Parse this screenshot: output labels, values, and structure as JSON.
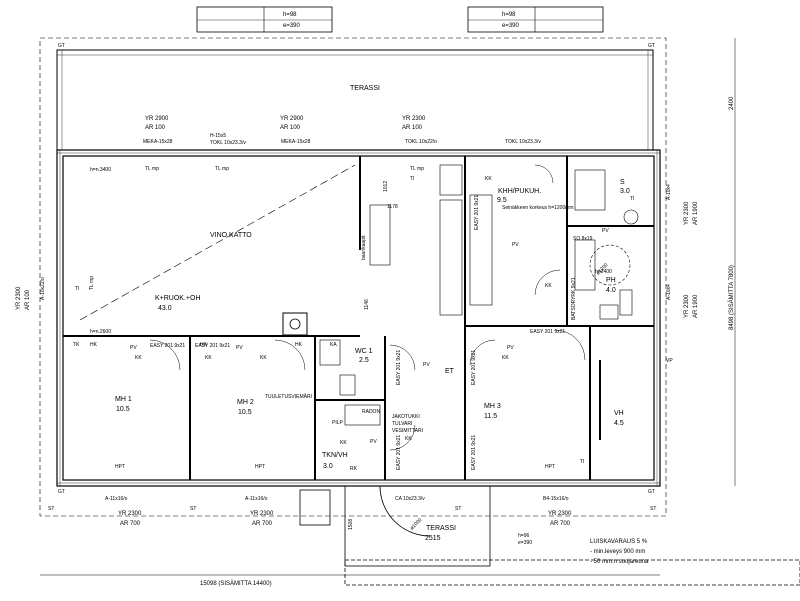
{
  "plan": {
    "roof_notes": [
      {
        "h": "h=98",
        "e": "e=390"
      },
      {
        "h": "h=98",
        "e": "e=390"
      }
    ],
    "terrace_top": "TERASSI",
    "vino_katto": "VINO KATTO",
    "rooms": {
      "kitchen": {
        "name": "K+RUOK.+OH",
        "area": "43.0"
      },
      "khh": {
        "name": "KHH/PUKUH.",
        "area": "9.5"
      },
      "sauna": {
        "name": "S",
        "area": "3.0"
      },
      "ph": {
        "name": "PH",
        "area": "4.0"
      },
      "mh1": {
        "name": "MH 1",
        "area": "10.5"
      },
      "mh2": {
        "name": "MH 2",
        "area": "10.5"
      },
      "wc1": {
        "name": "WC 1",
        "area": "2.5"
      },
      "tknvh": {
        "name": "TKN/VH",
        "area": "3.0"
      },
      "mh3": {
        "name": "MH 3",
        "area": "11.5"
      },
      "vh": {
        "name": "VH",
        "area": "4.5"
      },
      "et": {
        "name": "ET",
        "area": ""
      },
      "terassi_entry": {
        "name": "TERASSI",
        "area": "2515"
      }
    },
    "window_notes_top": [
      {
        "yr": "YR 2900",
        "ar": "AR 100"
      },
      {
        "yr": "YR 2900",
        "ar": "AR 100"
      },
      {
        "yr": "YR 2300",
        "ar": "AR 100"
      }
    ],
    "window_notes_bottom": [
      {
        "yr": "YR 2300",
        "ar": "AR 700"
      },
      {
        "yr": "YR 2300",
        "ar": "AR 700"
      },
      {
        "yr": "YR 2300",
        "ar": "AR 700"
      }
    ],
    "window_notes_right": [
      {
        "yr": "YR 2300",
        "ar": "AR 1900"
      },
      {
        "yr": "YR 2300",
        "ar": "AR 1900"
      }
    ],
    "window_note_left": {
      "yr": "YR 2300",
      "ar": "AR 100"
    },
    "labels": {
      "meka1": "MEKA-15x28",
      "meka2": "MEKA-15x28",
      "tokl_small": "TOKL 10x23.3/v",
      "hi15": "H-15x5",
      "tokl_top": "TOKL 10x23.3/v",
      "tokl_door": "TOKL 10x22/o",
      "h3400": "h=n.3400",
      "h2600": "h=n.2600",
      "tl_mp1": "TL mp",
      "tl_mp2": "TL mp",
      "tl_mp3": "TL mp",
      "tl_mp_left": "TL mp",
      "ti_left": "TI",
      "ti_mid": "TI",
      "ti_sauna": "TI",
      "ti_vh": "TI",
      "a10x22": "A-10x22/o",
      "a10x4_1": "A-10x4",
      "a10x4_2": "A-10x4",
      "dim1012": "1012",
      "dim1178": "1178",
      "dim1146": "1146",
      "dim1508": "1508",
      "dim8498": "8498 (SISÄMITTA 7800)",
      "dim2400": "2400",
      "dim15098": "15098 (SISÄMITTA 14400)",
      "easy_mh1": "EASY 201 9x21",
      "easy_mh2": "EASY 201 9x21",
      "easy_mh3": "EASY 201 9x21",
      "easy_khh": "EASY 201 9x21",
      "easy_wc": "EASY 201 9x21",
      "easy_et1": "EASY 201 9x21",
      "easy_tkn": "EASY 201 9x21",
      "easy_et2": "EASY 201 9x21",
      "batsoryr": "BATSORYRK 9x21",
      "so8x19": "SO 8x19",
      "h2400": "h=2400",
      "d1000": "ø1000",
      "d1200": "ø1200",
      "seina": "Seinäkkeen korkeus h=1200mm",
      "bar": "baarikaapit",
      "radon": "RADON",
      "tuuletus": "TUULETUSVIEMÄRI",
      "jako": "JAKOTUKKI",
      "tulvari": "TULVARI",
      "vesimittari": "VESIMITTARI",
      "pilp": "PILP",
      "rk": "RK",
      "hpt1": "HPT",
      "hpt2": "HPT",
      "hpt3": "HPT",
      "a11_1": "A-11x16/o",
      "a11_2": "A-11x16/o",
      "b4": "B4-15x16/o",
      "ca": "CA 10x23.3/v",
      "st1": "ST",
      "st2": "ST",
      "st3": "ST",
      "st4": "ST",
      "gt1": "GT",
      "gt2": "GT",
      "gt3": "GT",
      "gt4": "GT",
      "vp": "VP",
      "ka": "KA",
      "tk": "TK",
      "hk1": "HK",
      "hk2": "HK",
      "hk3": "HK",
      "hk4": "HK",
      "h96": "h=96",
      "e390": "e=390",
      "luiska1": "LUISKAVARAUS 5 %",
      "luiska2": "- min.leveys 900 mm",
      "luiska3": "- 50 mm:n suojareuna"
    },
    "kk": [
      "KK",
      "KK",
      "KK",
      "KK",
      "KK",
      "KK",
      "KK",
      "KK"
    ],
    "pv": [
      "PV",
      "PV",
      "PV",
      "PV",
      "PV",
      "PV",
      "PV"
    ]
  }
}
